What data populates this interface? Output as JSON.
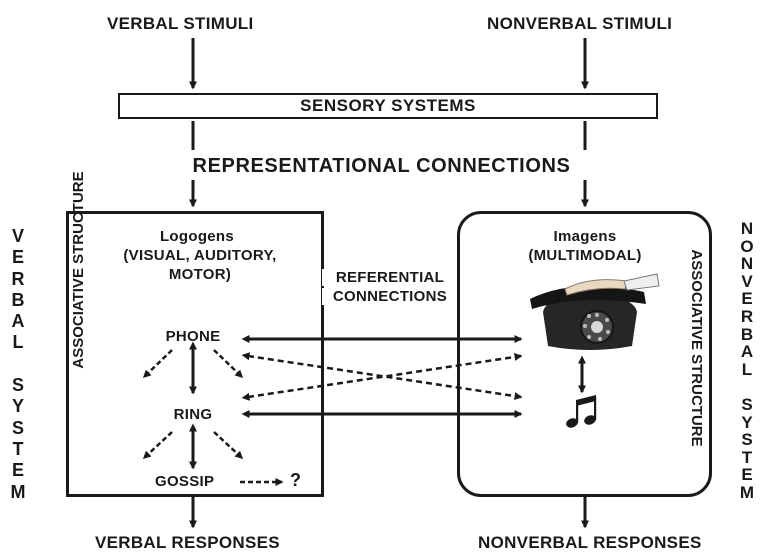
{
  "stimuli": {
    "verbal": "VERBAL STIMULI",
    "nonverbal": "NONVERBAL STIMULI"
  },
  "sensory_systems": "SENSORY SYSTEMS",
  "representational_connections": "REPRESENTATIONAL CONNECTIONS",
  "verbal_system": {
    "side_label": "VERBAL SYSTEM",
    "letters": [
      "V",
      "E",
      "R",
      "B",
      "A",
      "L",
      " ",
      "S",
      "Y",
      "S",
      "T",
      "E",
      "M"
    ],
    "associative_structure": "ASSOCIATIVE STRUCTURE",
    "logogens_title": "Logogens",
    "logogens_detail_1": "(VISUAL, AUDITORY,",
    "logogens_detail_2": "MOTOR)",
    "words": {
      "phone": "PHONE",
      "ring": "RING",
      "gossip": "GOSSIP",
      "unknown": "?"
    }
  },
  "referential_connections": {
    "line1": "REFERENTIAL",
    "line2": "CONNECTIONS"
  },
  "nonverbal_system": {
    "side_label": "NONVERBAL SYSTEM",
    "letters": [
      "N",
      "O",
      "N",
      "V",
      "E",
      "R",
      "B",
      "A",
      "L",
      " ",
      "S",
      "Y",
      "S",
      "T",
      "E",
      "M"
    ],
    "associative_structure": "ASSOCIATIVE STRUCTURE",
    "imagens_title": "Imagens",
    "imagens_detail": "(MULTIMODAL)",
    "phone_image": "telephone-image",
    "sound_icon": "music-note-icon"
  },
  "responses": {
    "verbal": "VERBAL RESPONSES",
    "nonverbal": "NONVERBAL RESPONSES"
  }
}
